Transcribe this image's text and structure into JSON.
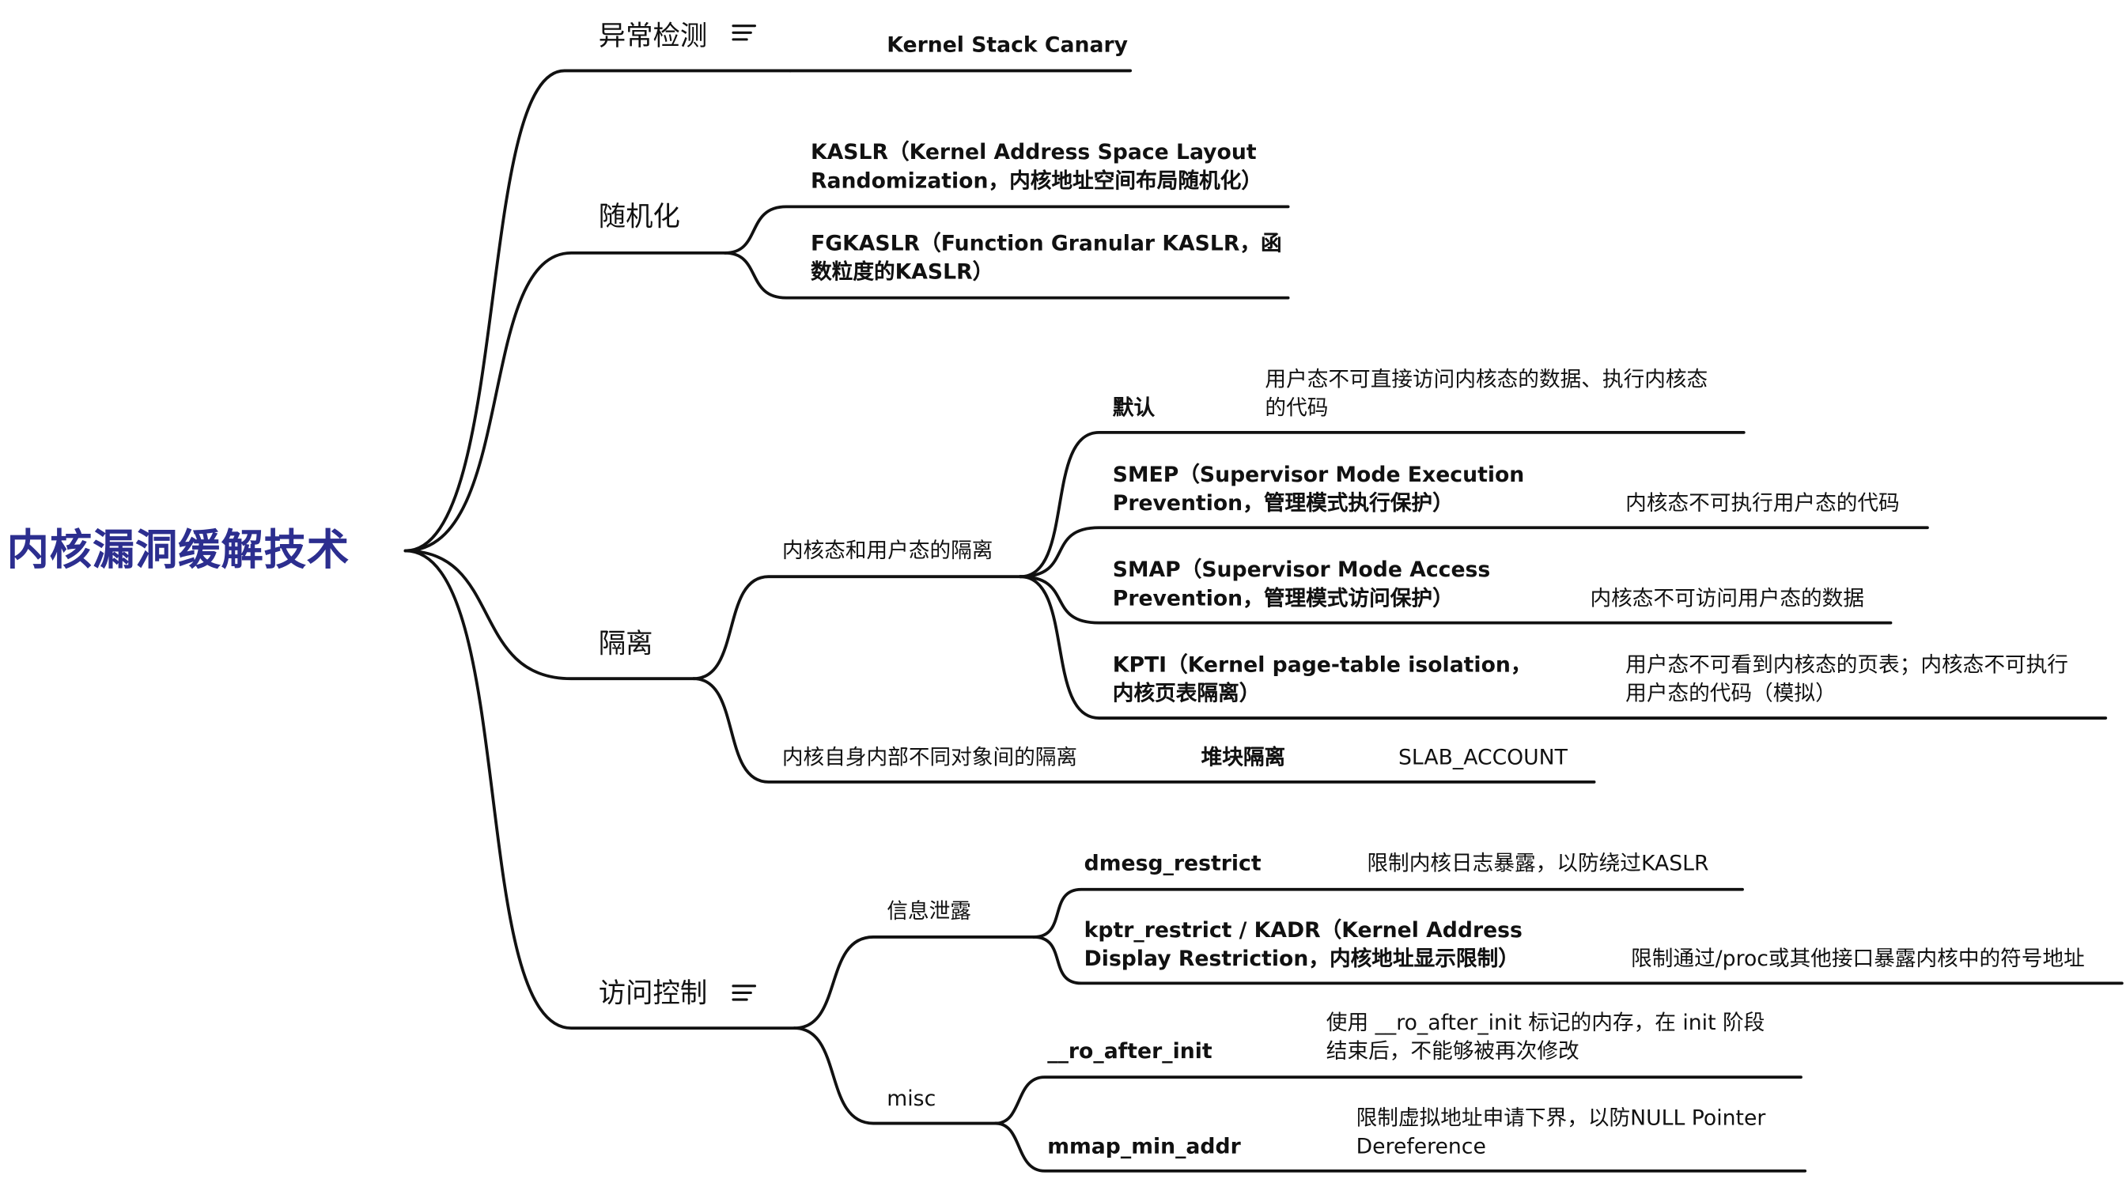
{
  "root": {
    "label": "内核漏洞缓解技术"
  },
  "colors": {
    "root_text": "#2c2e8f",
    "line": "#111111",
    "text": "#111111",
    "background": "#ffffff"
  },
  "branches": {
    "anomaly": {
      "label": "异常检测",
      "icon": "notes-icon",
      "children": [
        "Kernel Stack Canary"
      ]
    },
    "random": {
      "label": "随机化",
      "children": [
        {
          "line1": "KASLR（Kernel Address Space Layout",
          "line2": "Randomization，内核地址空间布局随机化）"
        },
        {
          "line1": "FGKASLR（Function Granular KASLR，函",
          "line2": "数粒度的KASLR）"
        }
      ]
    },
    "isolation": {
      "label": "隔离",
      "kernel_user": {
        "label": "内核态和用户态的隔离",
        "items": [
          {
            "name_line1": "默认",
            "name_line2": "",
            "desc_line1": "用户态不可直接访问内核态的数据、执行内核态",
            "desc_line2": "的代码"
          },
          {
            "name_line1": "SMEP（Supervisor Mode Execution",
            "name_line2": "Prevention，管理模式执行保护）",
            "desc_line1": "内核态不可执行用户态的代码",
            "desc_line2": ""
          },
          {
            "name_line1": "SMAP（Supervisor Mode Access",
            "name_line2": "Prevention，管理模式访问保护）",
            "desc_line1": "内核态不可访问用户态的数据",
            "desc_line2": ""
          },
          {
            "name_line1": "KPTI（Kernel page-table isolation，",
            "name_line2": "内核页表隔离）",
            "desc_line1": "用户态不可看到内核态的页表；内核态不可执行",
            "desc_line2": "用户态的代码（模拟）"
          }
        ]
      },
      "internal": {
        "label": "内核自身内部不同对象间的隔离",
        "item": {
          "name": "堆块隔离",
          "value": "SLAB_ACCOUNT"
        }
      }
    },
    "access": {
      "label": "访问控制",
      "icon": "notes-icon",
      "info_leak": {
        "label": "信息泄露",
        "items": [
          {
            "name_line1": "dmesg_restrict",
            "name_line2": "",
            "desc_line1": "限制内核日志暴露，以防绕过KASLR",
            "desc_line2": ""
          },
          {
            "name_line1": "kptr_restrict / KADR（Kernel Address",
            "name_line2": "Display Restriction，内核地址显示限制）",
            "desc_line1": "限制通过/proc或其他接口暴露内核中的符号地址",
            "desc_line2": ""
          }
        ]
      },
      "misc": {
        "label": "misc",
        "items": [
          {
            "name": "__ro_after_init",
            "desc_line1": "使用 __ro_after_init 标记的内存，在 init 阶段",
            "desc_line2": "结束后，不能够被再次修改"
          },
          {
            "name": "mmap_min_addr",
            "desc_line1": "限制虚拟地址申请下界，以防NULL Pointer",
            "desc_line2": "Dereference"
          }
        ]
      }
    }
  }
}
